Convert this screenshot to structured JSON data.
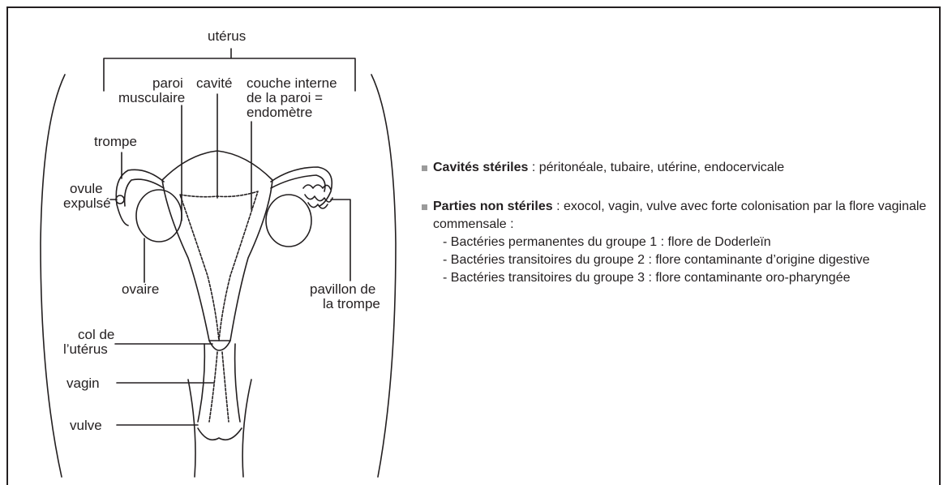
{
  "colors": {
    "ink": "#231f20",
    "bullet": "#9b9b9b",
    "background": "#ffffff"
  },
  "diagram": {
    "labels": {
      "uterus": "utérus",
      "paroi_line1": "paroi",
      "paroi_line2": "musculaire",
      "cavite": "cavité",
      "couche_line1": "couche interne",
      "couche_line2": "de la paroi =",
      "couche_line3": "endomètre",
      "trompe": "trompe",
      "ovule_line1": "ovule",
      "ovule_line2": "expulsé",
      "ovaire": "ovaire",
      "pavillon_line1": "pavillon de",
      "pavillon_line2": "la trompe",
      "col_line1": "col de",
      "col_line2": "l’utérus",
      "vagin": "vagin",
      "vulve": "vulve"
    }
  },
  "notes": {
    "sterile": {
      "title": "Cavités stériles",
      "text": " : péritonéale, tubaire, utérine, endocervicale"
    },
    "non_sterile": {
      "title": "Parties non stériles",
      "text": " : exocol, vagin, vulve avec forte colonisation par la flore vaginale commensale :",
      "items": [
        "- Bactéries permanentes du groupe 1 : flore de Doderleïn",
        "- Bactéries transitoires du groupe 2 : flore contaminante d’origine digestive",
        "- Bactéries transitoires du groupe 3 : flore contaminante oro-pharyngée"
      ]
    }
  }
}
